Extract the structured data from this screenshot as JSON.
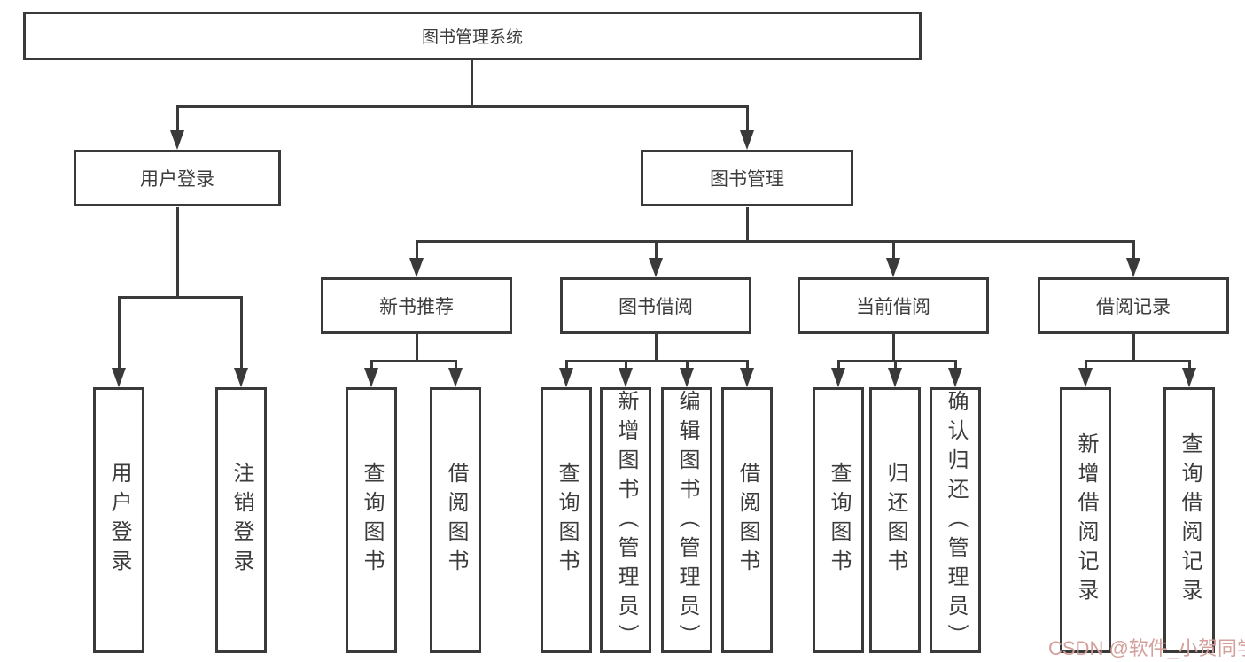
{
  "tree": {
    "root": {
      "label": "图书管理系统",
      "children": [
        {
          "label": "用户登录",
          "children": [
            {
              "label": "用户登录"
            },
            {
              "label": "注销登录"
            }
          ]
        },
        {
          "label": "图书管理",
          "children": [
            {
              "label": "新书推荐",
              "children": [
                {
                  "label": "查询图书"
                },
                {
                  "label": "借阅图书"
                }
              ]
            },
            {
              "label": "图书借阅",
              "children": [
                {
                  "label": "查询图书"
                },
                {
                  "label": "新增图书（管理员）"
                },
                {
                  "label": "编辑图书（管理员）"
                },
                {
                  "label": "借阅图书"
                }
              ]
            },
            {
              "label": "当前借阅",
              "children": [
                {
                  "label": "查询图书"
                },
                {
                  "label": "归还图书"
                },
                {
                  "label": "确认归还（管理员）"
                }
              ]
            },
            {
              "label": "借阅记录",
              "children": [
                {
                  "label": "新增借阅记录"
                },
                {
                  "label": "查询借阅记录"
                }
              ]
            }
          ]
        }
      ]
    }
  },
  "watermark": {
    "text": "CSDN @软件_小贺同学"
  },
  "colors": {
    "line": "#3a3a3a",
    "text": "#3c3c3c",
    "watermark": "#d4a09c",
    "background": "#ffffff"
  }
}
